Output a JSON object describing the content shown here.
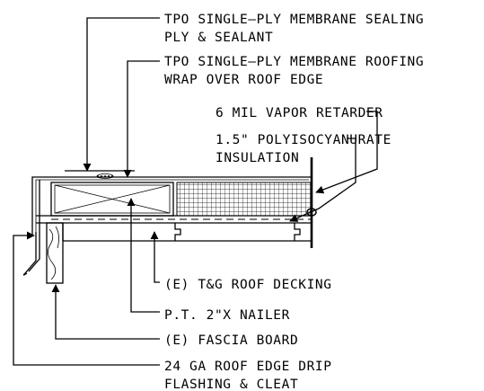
{
  "labels": {
    "tpo_sealing_1": "TPO SINGLE–PLY MEMBRANE SEALING",
    "tpo_sealing_2": "PLY & SEALANT",
    "tpo_roofing_1": "TPO SINGLE–PLY MEMBRANE ROOFING",
    "tpo_roofing_2": "WRAP OVER ROOF EDGE",
    "vapor": "6 MIL VAPOR RETARDER",
    "insul_1": "1.5\" POLYISOCYANURATE",
    "insul_2": "INSULATION",
    "decking": "(E) T&G ROOF DECKING",
    "nailer": "P.T. 2\"X NAILER",
    "fascia": "(E) FASCIA BOARD",
    "drip_1": "24 GA ROOF EDGE DRIP",
    "drip_2": "FLASHING & CLEAT"
  }
}
